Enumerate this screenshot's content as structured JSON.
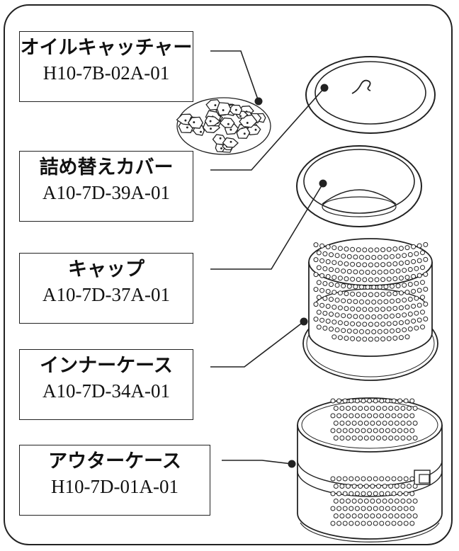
{
  "parts": [
    {
      "name": "オイルキャッチャー",
      "code": "H10-7B-02A-01",
      "icon": "oil-catcher-icon"
    },
    {
      "name": "詰め替えカバー",
      "code": "A10-7D-39A-01",
      "icon": "refill-cover-icon"
    },
    {
      "name": "キャップ",
      "code": "A10-7D-37A-01",
      "icon": "cap-icon"
    },
    {
      "name": "インナーケース",
      "code": "A10-7D-34A-01",
      "icon": "inner-case-icon"
    },
    {
      "name": "アウターケース",
      "code": "H10-7D-01A-01",
      "icon": "outer-case-icon"
    }
  ],
  "colors": {
    "line": "#222222",
    "background": "#ffffff"
  }
}
